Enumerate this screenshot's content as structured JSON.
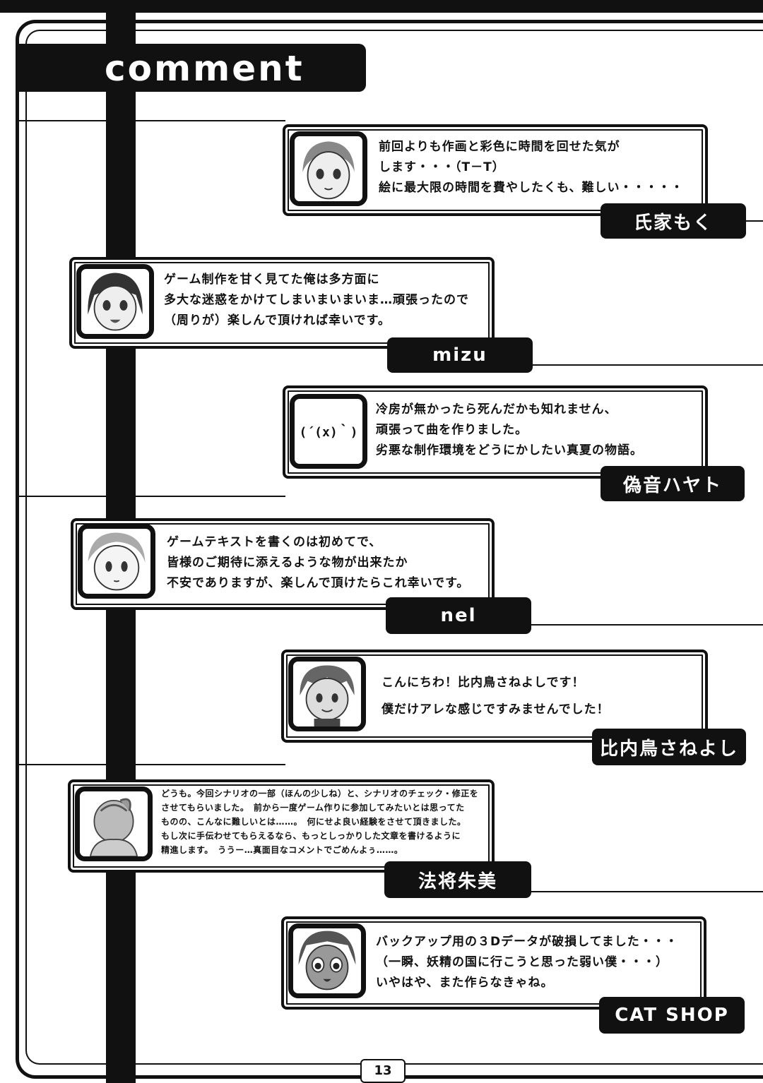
{
  "title": "comment",
  "page_number": "13",
  "comments": [
    {
      "lines": [
        "前回よりも作画と彩色に時間を回せた気が",
        "します・・・（T－T）",
        "絵に最大限の時間を費やしたくも、難しい・・・・・"
      ],
      "author": "氏家もく",
      "avatar_icon": "girl-portrait-icon"
    },
    {
      "lines": [
        "ゲーム制作を甘く見てた俺は多方面に",
        "多大な迷惑をかけてしまいまいまいま…頑張ったので",
        "（周りが）楽しんで頂ければ幸いです。"
      ],
      "author": "mizu",
      "avatar_icon": "girl-portrait-icon"
    },
    {
      "lines": [
        "冷房が無かったら死んだかも知れません、",
        "頑張って曲を作りました。",
        "劣悪な制作環境をどうにかしたい真夏の物語。"
      ],
      "author": "偽音ハヤト",
      "avatar_text": "(´(x)｀)"
    },
    {
      "lines": [
        "ゲームテキストを書くのは初めてで、",
        "皆様のご期待に添えるような物が出来たか",
        "不安でありますが、楽しんで頂けたらこれ幸いです。"
      ],
      "author": "nel",
      "avatar_icon": "girl-portrait-icon"
    },
    {
      "lines": [
        "こんにちわ！比内鳥さねよしです！",
        "僕だけアレな感じですみませんでした！"
      ],
      "author": "比内鳥さねよし",
      "avatar_icon": "boy-portrait-icon"
    },
    {
      "lines": [
        "どうも。今回シナリオの一部（ほんの少しね）と、シナリオのチェック・修正を",
        "させてもらいました。　前から一度ゲーム作りに参加してみたいとは思ってた",
        "ものの、こんなに難しいとは……。　何にせよ良い経験をさせて頂きました。",
        "もし次に手伝わせてもらえるなら、もっとしっかりした文章を書けるように",
        "精進します。　ううー…真面目なコメントでごめんよぅ……。"
      ],
      "author": "法将朱美",
      "avatar_icon": "girl-back-portrait-icon"
    },
    {
      "lines": [
        "バックアップ用の３Dデータが破損してました・・・",
        "（一瞬、妖精の国に行こうと思った弱い僕・・・）",
        "いやはや、また作らなきゃね。"
      ],
      "author": "CAT SHOP",
      "avatar_icon": "girl-portrait-icon"
    }
  ]
}
